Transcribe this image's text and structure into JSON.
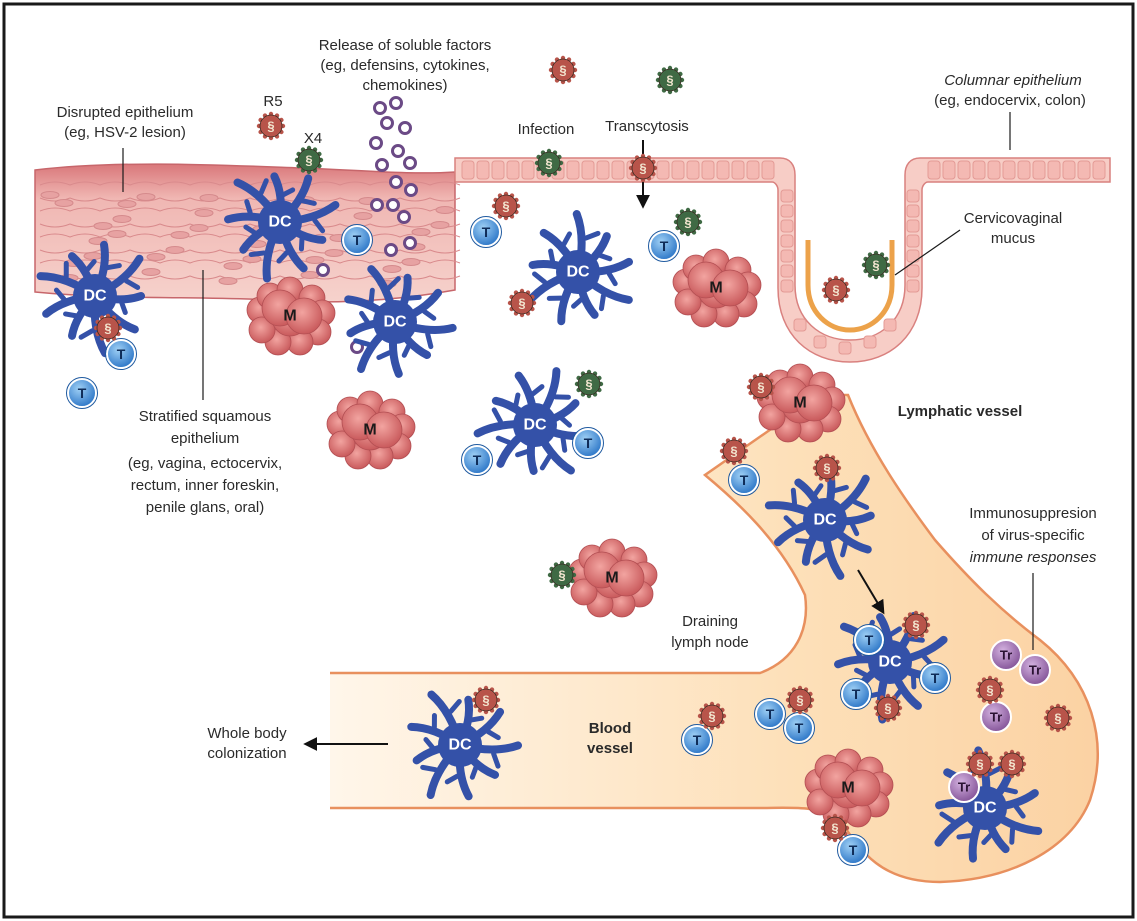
{
  "colors": {
    "frame": "#1a1a1a",
    "epithelium_pink": "#e9a9a6",
    "epithelium_dark": "#c9666a",
    "columnar_cell": "#f4c4bf",
    "dendritic_cell": "#3451a8",
    "t_cell": "#3d8ad6",
    "macrophage": "#d46a6a",
    "regulatory_t_cell": "#9a6aa8",
    "virus_r5": "#b8544a",
    "virus_x4": "#3f6a44",
    "vessel_fill": "#fbdcb2",
    "vessel_stroke": "#e08a58",
    "soluble_factor": "#6b4a86"
  },
  "labels": {
    "soluble_factors": [
      "Release of soluble factors",
      "(eg, defensins, cytokines,",
      "chemokines)"
    ],
    "disrupted_epithelium": [
      "Disrupted epithelium",
      "(eg, HSV-2 lesion)"
    ],
    "r5": "R5",
    "x4": "X4",
    "infection": "Infection",
    "transcytosis": "Transcytosis",
    "columnar_epithelium_title": "Columnar epithelium",
    "columnar_epithelium_examples": "(eg, endocervix, colon)",
    "mucus": [
      "Cervicovaginal",
      "mucus"
    ],
    "stratified": [
      "Stratified squamous",
      "epithelium",
      "(eg, vagina, ectocervix,",
      "rectum, inner foreskin,",
      "penile glans, oral)"
    ],
    "lymphatic_vessel": "Lymphatic vessel",
    "immunosuppression_1": "Immunosuppresion",
    "immunosuppression_2": "of virus-specific",
    "immunosuppression_3": "immune responses",
    "draining_lymph_node": [
      "Draining",
      "lymph node"
    ],
    "blood_vessel": [
      "Blood",
      "vessel"
    ],
    "whole_body": [
      "Whole body",
      "colonization"
    ]
  },
  "cells": {
    "dendritic_cell": "DC",
    "t_cell": "T",
    "macrophage": "M",
    "regulatory_t_cell": "Tr",
    "virus_glyph": "§"
  }
}
